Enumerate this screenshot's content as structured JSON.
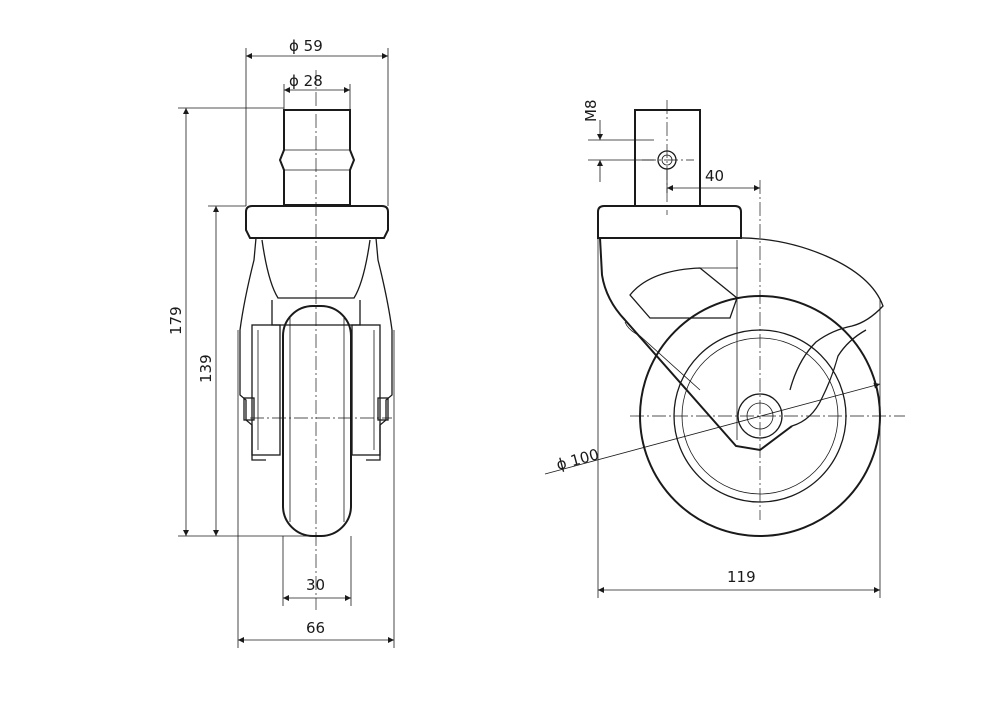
{
  "drawing": {
    "front_view": {
      "dim_plate_diameter": "ϕ 59",
      "dim_stem_diameter": "ϕ 28",
      "dim_overall_height": "179",
      "dim_wheel_height": "139",
      "dim_wheel_width": "30",
      "dim_housing_width": "66"
    },
    "side_view": {
      "dim_thread": "M8",
      "dim_offset": "40",
      "dim_wheel_diameter": "ϕ 100",
      "dim_overall_length": "119"
    }
  }
}
